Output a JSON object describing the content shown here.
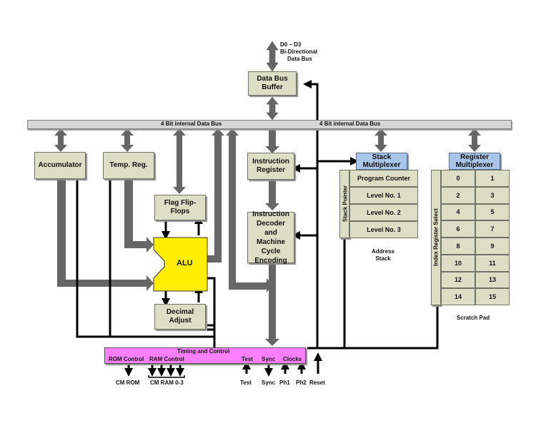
{
  "top_bus": {
    "label": "D0 – D3",
    "label2": "Bi-Directional",
    "label3": "Data Bus"
  },
  "data_bus_buffer": "Data Bus Buffer",
  "internal_bus": {
    "left_label": "4 Bit internal Data Bus",
    "right_label": "4 Bit internal Data Bus"
  },
  "accumulator": "Accumulator",
  "temp_reg": "Temp. Reg.",
  "flag_flipflops": "Flag Flip-Flops",
  "alu": "ALU",
  "decimal_adjust": "Decimal Adjust",
  "instruction_register": "Instruction Register",
  "instruction_decoder": "Instruction Decoder and Machine Cycle Encoding",
  "stack": {
    "mux": "Stack Multiplexer",
    "pointer": "Stack Pointer",
    "rows": [
      "Program Counter",
      "Level No. 1",
      "Level No. 2",
      "Level No. 3"
    ],
    "caption1": "Address",
    "caption2": "Stack"
  },
  "register": {
    "mux": "Register Multiplexer",
    "select": "Index Register Select",
    "cells": [
      [
        "0",
        "1"
      ],
      [
        "2",
        "3"
      ],
      [
        "4",
        "5"
      ],
      [
        "6",
        "7"
      ],
      [
        "8",
        "9"
      ],
      [
        "10",
        "11"
      ],
      [
        "12",
        "13"
      ],
      [
        "14",
        "15"
      ]
    ],
    "caption": "Scratch Pad"
  },
  "timing": {
    "title": "Timing and Control",
    "rom_control": "ROM Control",
    "ram_control": "RAM Control",
    "test": "Test",
    "sync": "Sync",
    "clocks": "Clocks"
  },
  "pins": {
    "cm_rom": "CM ROM",
    "cm_ram": "CM RAM 0-3",
    "test": "Test",
    "sync": "Sync",
    "ph1": "Ph1",
    "ph2": "Ph2",
    "reset": "Reset"
  },
  "colors": {
    "block": "#dcdfc5",
    "mux": "#a9c5e8",
    "alu": "#ffee00",
    "timing": "#ff80ff",
    "arrow": "#666666"
  }
}
